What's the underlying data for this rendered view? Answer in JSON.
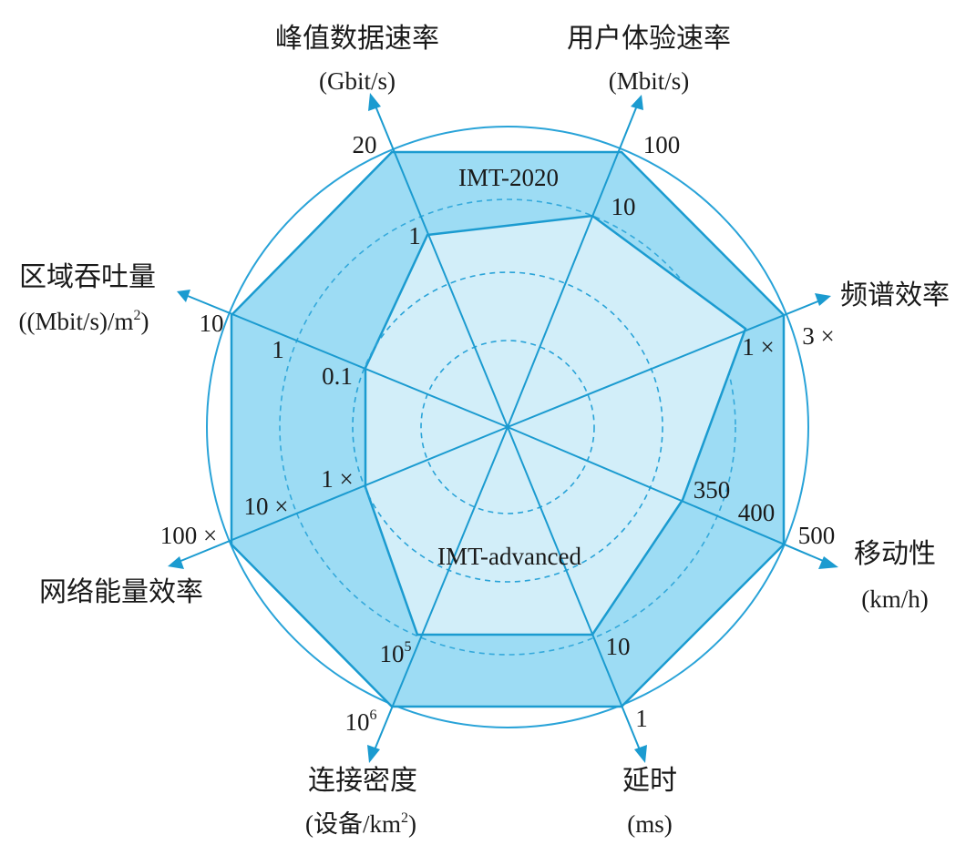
{
  "series": {
    "outer": "IMT-2020",
    "inner": "IMT-advanced"
  },
  "axes": [
    {
      "name": "峰值数据速率",
      "unit": "(Gbit/s)",
      "outer_value": "20",
      "inner_value": "1"
    },
    {
      "name": "用户体验速率",
      "unit": "(Mbit/s)",
      "outer_value": "100",
      "inner_value": "10"
    },
    {
      "name": "频谱效率",
      "unit": "",
      "outer_value": "3 ×",
      "inner_value": "1 ×"
    },
    {
      "name": "移动性",
      "unit": "(km/h)",
      "outer_value": "500",
      "inner_value": "350",
      "extra_value": "400"
    },
    {
      "name": "延时",
      "unit": "(ms)",
      "outer_value": "1",
      "inner_value": "10"
    },
    {
      "name": "连接密度",
      "unit_prefix": "(设备/km",
      "unit_sup": "2",
      "unit_suffix": ")",
      "outer_base": "10",
      "outer_exp": "6",
      "inner_base": "10",
      "inner_exp": "5"
    },
    {
      "name": "网络能量效率",
      "unit": "",
      "outer_value": "100 ×",
      "inner_value": "1 ×",
      "extra_value": "10 ×"
    },
    {
      "name": "区域吞吐量",
      "unit_prefix": "((Mbit/s)/m",
      "unit_sup": "2",
      "unit_suffix": ")",
      "outer_value": "10",
      "inner_value": "0.1",
      "extra_value": "1"
    }
  ],
  "colors": {
    "accent": "#1b9bd0",
    "outer_fill": "#9ddcf4",
    "inner_fill": "#d2eef9"
  }
}
